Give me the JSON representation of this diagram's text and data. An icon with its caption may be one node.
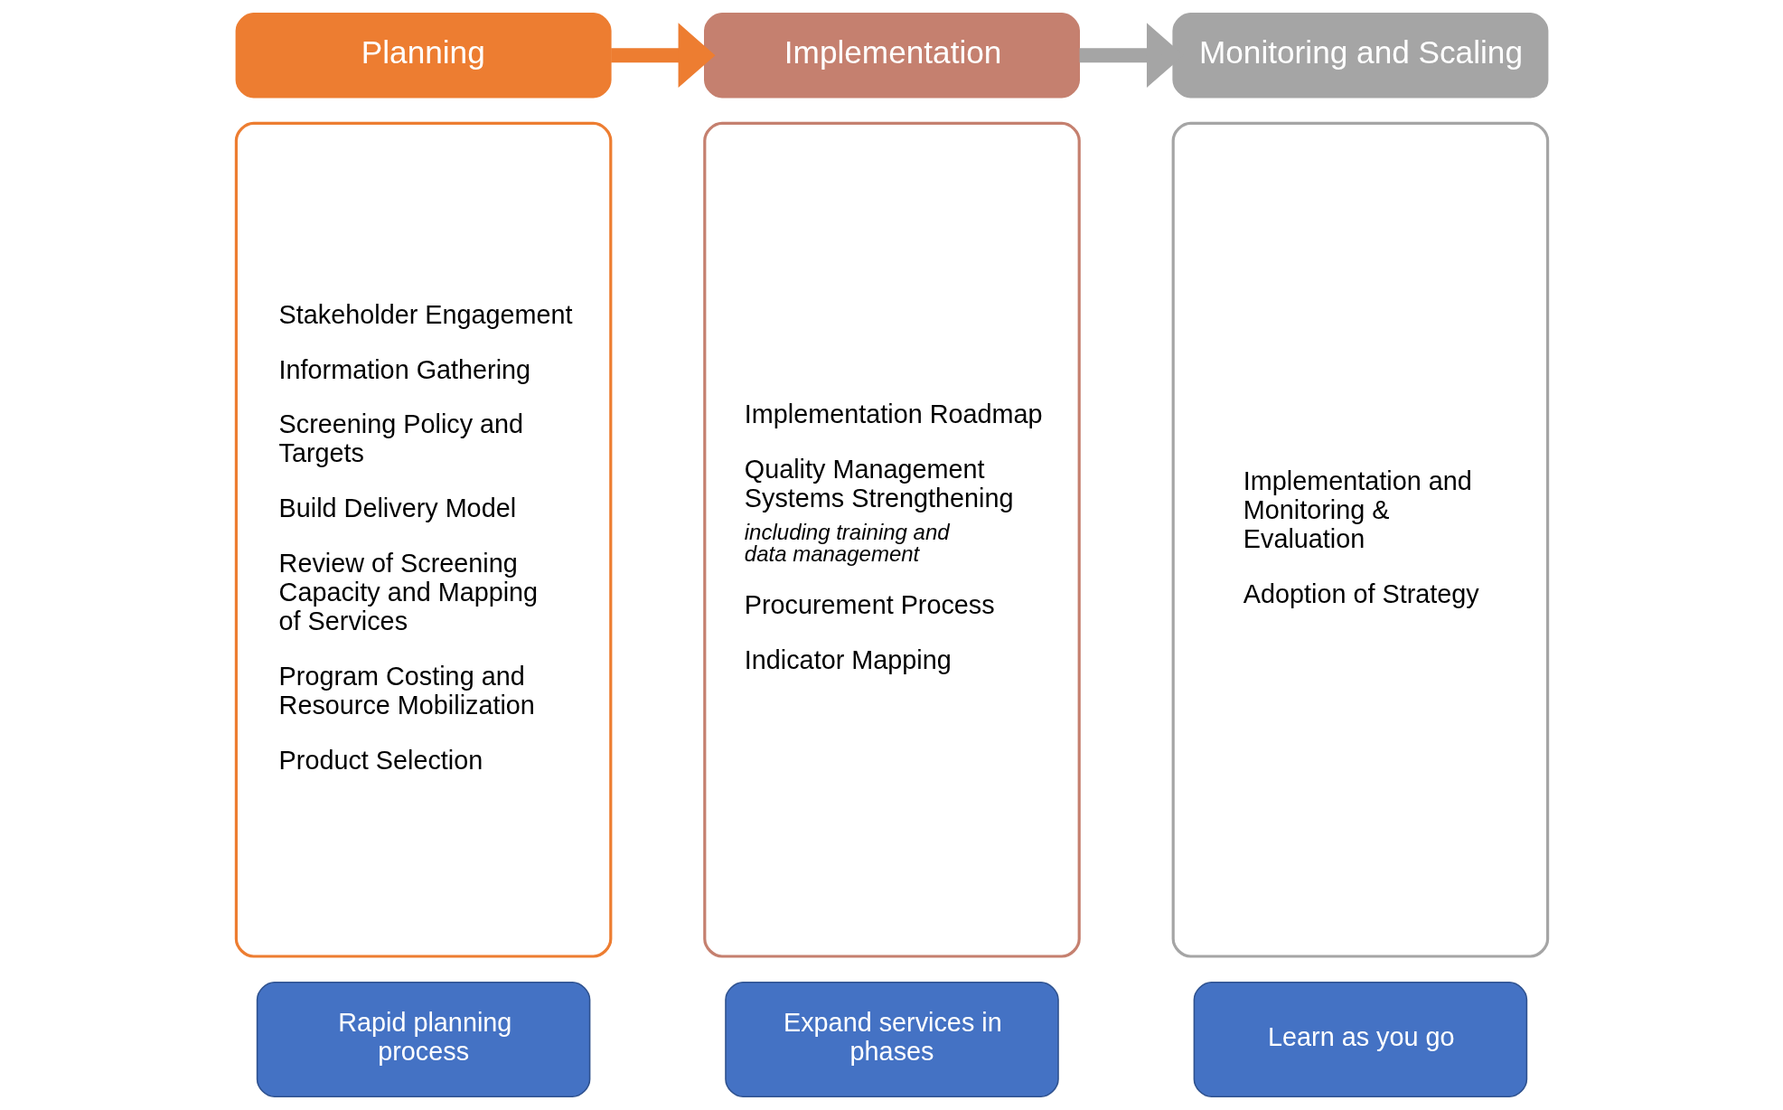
{
  "diagram": {
    "nodes": [
      {
        "text": [
          "Planning"
        ]
      },
      {
        "text": [
          "Stakeholder Engagement",
          "Information Gathering",
          "Screening Policy and Targets",
          "Build Delivery Model",
          "Review of Screening Capacity and Mapping of Services",
          "Program Costing and Resource Mobilization",
          "Product Selection"
        ]
      },
      {
        "text": [
          "Rapid planning process"
        ]
      },
      {
        "text": [
          "Implementation"
        ]
      },
      {
        "text": [
          "Implementation Roadmap",
          "Quality Management Systems Strengthening",
          "including training and data management",
          "Procurement Process",
          "Indicator Mapping"
        ]
      },
      {
        "text": [
          "Expand services in phases"
        ]
      },
      {
        "text": [
          "Monitoring and Scaling"
        ]
      },
      {
        "text": [
          "Implementation and Monitoring & Evaluation",
          "Adoption of Strategy"
        ]
      },
      {
        "text": [
          "Learn as you go"
        ]
      }
    ],
    "edges": [
      {
        "from": 0,
        "to": 3,
        "arrow": "to",
        "color": "#ed7d31"
      },
      {
        "from": 3,
        "to": 6,
        "arrow": "to",
        "color": "#a5a5a5"
      }
    ]
  }
}
